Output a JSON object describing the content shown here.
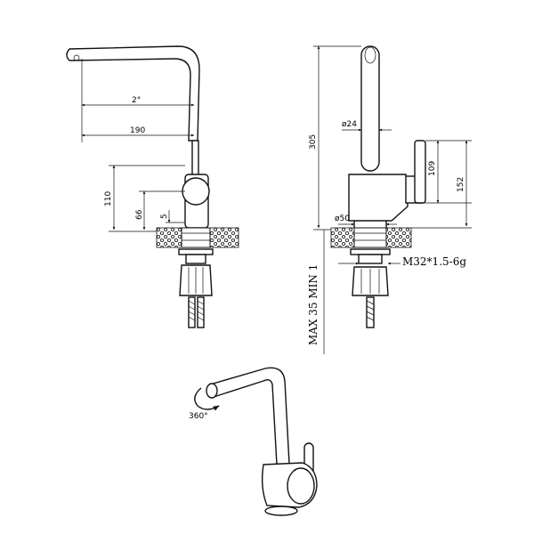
{
  "side_view": {
    "spout_angle": "2°",
    "reach": "190",
    "body_height": "110",
    "lever_height": "66",
    "base_offset": "5"
  },
  "front_view": {
    "total_height": "305",
    "pipe_diameter": "ø24",
    "lever_height": "109",
    "handle_top": "152",
    "base_diameter": "ø50",
    "thread": "M32*1.5-6g",
    "deck_thickness": "MAX 35 MIN 1"
  },
  "perspective": {
    "rotation": "360°"
  }
}
